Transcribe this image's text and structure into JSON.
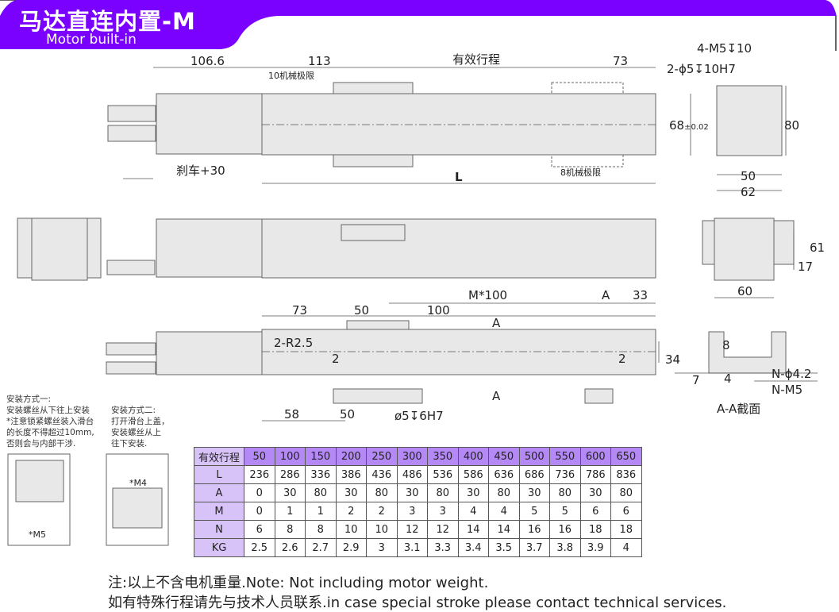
{
  "header": {
    "title_cn": "马达直连内置-M",
    "title_en": "Motor built-in",
    "accent": "#7a00ff"
  },
  "top_view": {
    "dim_motor": "106.6",
    "dim_113": "113",
    "stroke": "有效行程",
    "dim_73": "73",
    "limit_10": "10机械极限",
    "brake": "刹车+30",
    "L": "L",
    "limit_8": "8机械极限"
  },
  "end_view": {
    "m5": "4-M5↧10",
    "pin": "2-ϕ5↧10H7",
    "dim_68": "68",
    "tol": "±0.02",
    "dim_80": "80",
    "dim_50": "50",
    "dim_62": "62"
  },
  "side_view": {
    "dim_61": "61",
    "dim_17": "17",
    "dim_60": "60"
  },
  "bottom_view": {
    "dim_73": "73",
    "dim_50": "50",
    "dim_100": "100",
    "m100": "M*100",
    "A": "A",
    "dim_33": "33",
    "r25": "2-R2.5",
    "two": "2",
    "dim_34": "34",
    "dim_58": "58",
    "dim_50b": "50",
    "pin": "ø5↧6H7",
    "section_mark": "A"
  },
  "section": {
    "dim_8": "8",
    "dim_7": "7",
    "dim_4": "4",
    "n_hole": "N-ϕ4.2",
    "n_m5": "N-M5",
    "caption": "A-A截面"
  },
  "install": {
    "method1": [
      "安装方式一:",
      "安装螺丝从下往上安装",
      "*注意锁紧螺丝装入滑台",
      "的长度不得超过10mm,",
      "否则会与内部干涉."
    ],
    "method2": [
      "安装方式二:",
      "打开滑台上盖，",
      "安装螺丝从上",
      "往下安装."
    ],
    "m5": "*M5",
    "m4": "*M4"
  },
  "table": {
    "header": [
      "有效行程",
      "50",
      "100",
      "150",
      "200",
      "250",
      "300",
      "350",
      "400",
      "450",
      "500",
      "550",
      "600",
      "650"
    ],
    "rows": [
      [
        "L",
        "236",
        "286",
        "336",
        "386",
        "436",
        "486",
        "536",
        "586",
        "636",
        "686",
        "736",
        "786",
        "836"
      ],
      [
        "A",
        "0",
        "30",
        "80",
        "30",
        "80",
        "30",
        "80",
        "30",
        "80",
        "30",
        "80",
        "30",
        "80"
      ],
      [
        "M",
        "0",
        "1",
        "1",
        "2",
        "2",
        "3",
        "3",
        "4",
        "4",
        "5",
        "5",
        "6",
        "6"
      ],
      [
        "N",
        "6",
        "8",
        "8",
        "10",
        "10",
        "12",
        "12",
        "14",
        "14",
        "16",
        "16",
        "18",
        "18"
      ],
      [
        "KG",
        "2.5",
        "2.6",
        "2.7",
        "2.9",
        "3",
        "3.1",
        "3.3",
        "3.4",
        "3.5",
        "3.7",
        "3.8",
        "3.9",
        "4"
      ]
    ]
  },
  "footer": {
    "note1": "注:以上不含电机重量.Note: Not including motor weight.",
    "note2": "如有特殊行程请先与技术人员联系.in case special stroke please contact technical services."
  }
}
